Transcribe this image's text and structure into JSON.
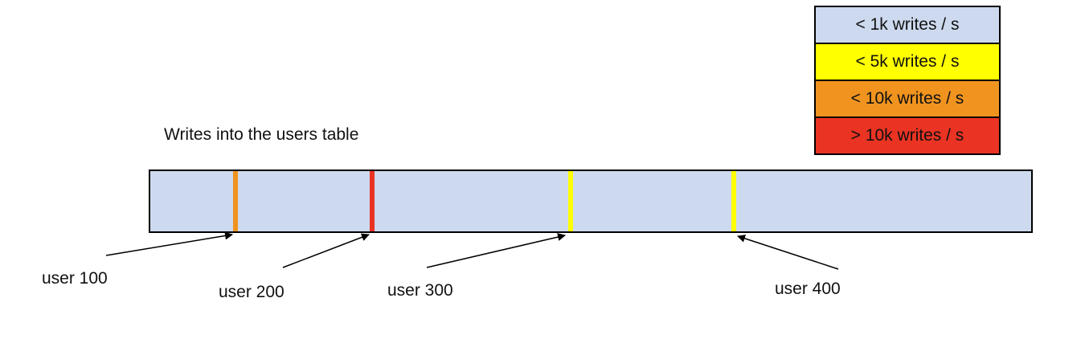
{
  "title": "Writes into the users table",
  "legend": {
    "items": [
      {
        "label": "< 1k writes / s",
        "color": "#cdd9ee"
      },
      {
        "label": "< 5k writes / s",
        "color": "#ffff00"
      },
      {
        "label": "< 10k writes / s",
        "color": "#f0941f"
      },
      {
        "label": "> 10k writes / s",
        "color": "#ea3323"
      }
    ]
  },
  "bar": {
    "fill_color": "#cdd9ee",
    "ticks": [
      {
        "user": "user 100",
        "rate_category": "< 10k writes / s",
        "color": "#f0941f"
      },
      {
        "user": "user 200",
        "rate_category": "> 10k writes / s",
        "color": "#ea3323"
      },
      {
        "user": "user 300",
        "rate_category": "< 5k writes / s",
        "color": "#ffff00"
      },
      {
        "user": "user 400",
        "rate_category": "< 5k writes / s",
        "color": "#ffff00"
      }
    ]
  },
  "labels": {
    "user_100": "user 100",
    "user_200": "user 200",
    "user_300": "user 300",
    "user_400": "user 400"
  }
}
